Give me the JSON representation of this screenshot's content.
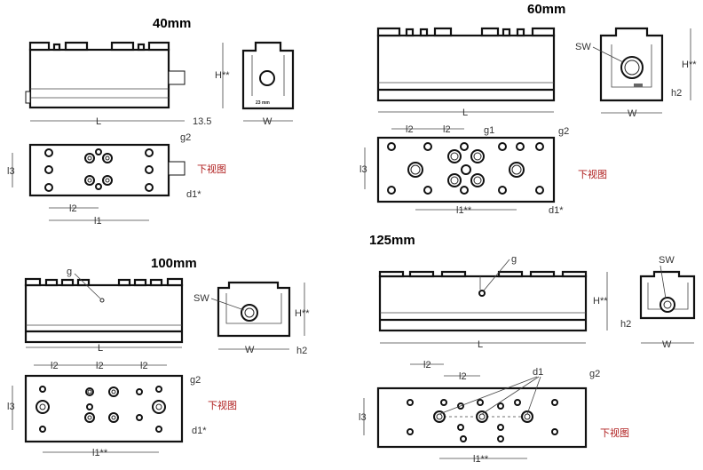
{
  "diagram": {
    "bottom_view_label": "下视图",
    "v40": {
      "title": "40mm",
      "L": "L",
      "offset": "13.5",
      "H": "H**",
      "W": "W",
      "g2": "g2",
      "d1": "d1*",
      "l3": "l3",
      "l2": "l2",
      "l1": "l1",
      "plate_text": "23 mm"
    },
    "v60": {
      "title": "60mm",
      "L": "L",
      "SW": "SW",
      "H": "H**",
      "h2": "h2",
      "W": "W",
      "l2a": "l2",
      "l2b": "l2",
      "g1": "g1",
      "g2": "g2",
      "l3": "l3",
      "l1": "l1**",
      "d1": "d1*"
    },
    "v100": {
      "title": "100mm",
      "g": "g",
      "L": "L",
      "SW": "SW",
      "H": "H**",
      "h2": "h2",
      "W": "W",
      "l2a": "l2",
      "l2b": "l2",
      "l2c": "l2",
      "g2": "g2",
      "l3": "l3",
      "l1": "l1**",
      "d1": "d1*"
    },
    "v125": {
      "title": "125mm",
      "g": "g",
      "H": "H**",
      "L": "L",
      "SW": "SW",
      "h2": "h2",
      "W": "W",
      "l2a": "l2",
      "l2b": "l2",
      "d1": "d1",
      "g2": "g2",
      "l3": "l3",
      "l1": "l1**"
    }
  }
}
